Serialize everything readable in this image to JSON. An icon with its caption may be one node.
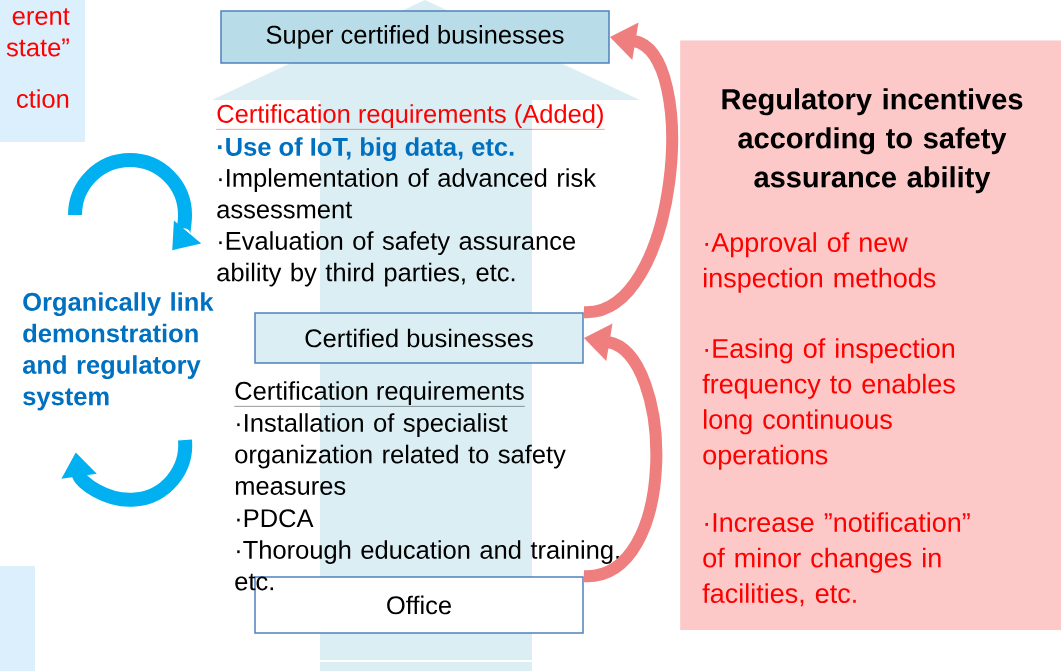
{
  "diagram": {
    "nodes": [
      {
        "text": [
          "erent state”",
          "ction"
        ]
      },
      {
        "text": [
          "Super certified businesses"
        ]
      },
      {
        "text": [
          "Certified businesses"
        ]
      },
      {
        "text": [
          "Office"
        ]
      },
      {
        "text": [
          "Regulatory incentives according to safety assurance ability",
          "·Approval of new inspection methods",
          "·Easing of inspection frequency to enables long continuous operations",
          "·Increase ”notification” of minor changes in facilities, etc."
        ]
      }
    ],
    "edges": [
      {
        "from": 2,
        "to": 1,
        "arrow": "to"
      },
      {
        "from": 3,
        "to": 2,
        "arrow": "to"
      }
    ],
    "labels": [
      "Certification requirements (Added)",
      "·Use of IoT, big data, etc.",
      "·Implementation of advanced risk assessment",
      "·Evaluation of safety assurance ability by third parties, etc.",
      "Organically link demonstration and regulatory system",
      "Certification requirements",
      "·Installation of specialist organization related to safety measures",
      "·PDCA",
      "·Thorough education and training, etc."
    ]
  }
}
